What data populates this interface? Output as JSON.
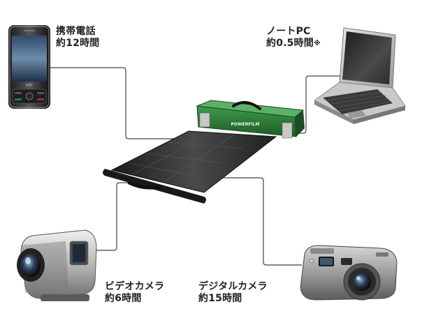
{
  "devices": [
    {
      "id": "phone",
      "name": "携帯電話",
      "time": "約12時間",
      "icon": "smartphone-icon"
    },
    {
      "id": "laptop",
      "name": "ノートPC",
      "time": "約0.5時間",
      "note": "※",
      "icon": "laptop-icon"
    },
    {
      "id": "camcorder",
      "name": "ビデオカメラ",
      "time": "約6時間",
      "icon": "video-camera-icon"
    },
    {
      "id": "digicam",
      "name": "デジタルカメラ",
      "time": "約15時間",
      "icon": "digital-camera-icon"
    }
  ],
  "charger": {
    "brand": "POWERFILM",
    "icon": "rollable-solar-charger-icon"
  },
  "colors": {
    "line": "#444444",
    "case": "#2e7d3a",
    "panel": "#2a2a2a",
    "text": "#222222"
  }
}
